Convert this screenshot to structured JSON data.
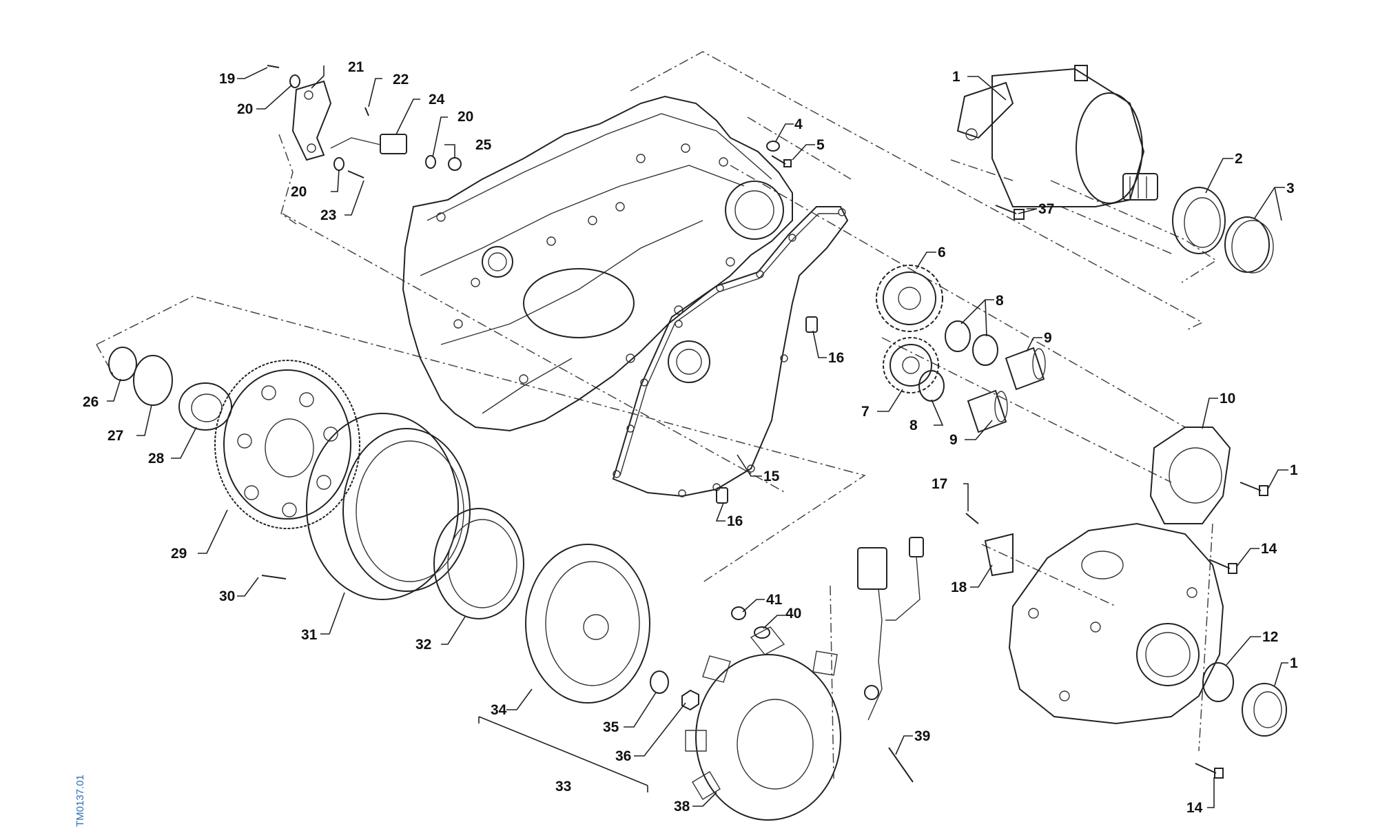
{
  "drawing_code": "TM0137.01",
  "callouts": [
    {
      "id": "c1",
      "text": "1"
    },
    {
      "id": "c2",
      "text": "2"
    },
    {
      "id": "c3",
      "text": "3"
    },
    {
      "id": "c4",
      "text": "4"
    },
    {
      "id": "c5",
      "text": "5"
    },
    {
      "id": "c6",
      "text": "6"
    },
    {
      "id": "c7",
      "text": "7"
    },
    {
      "id": "c8a",
      "text": "8"
    },
    {
      "id": "c8b",
      "text": "8"
    },
    {
      "id": "c9a",
      "text": "9"
    },
    {
      "id": "c9b",
      "text": "9"
    },
    {
      "id": "c10",
      "text": "10"
    },
    {
      "id": "c1b",
      "text": "1"
    },
    {
      "id": "c12",
      "text": "12"
    },
    {
      "id": "c1c",
      "text": "1"
    },
    {
      "id": "c14a",
      "text": "14"
    },
    {
      "id": "c14b",
      "text": "14"
    },
    {
      "id": "c15",
      "text": "15"
    },
    {
      "id": "c16a",
      "text": "16"
    },
    {
      "id": "c16b",
      "text": "16"
    },
    {
      "id": "c17",
      "text": "17"
    },
    {
      "id": "c18",
      "text": "18"
    },
    {
      "id": "c19",
      "text": "19"
    },
    {
      "id": "c20a",
      "text": "20"
    },
    {
      "id": "c20b",
      "text": "20"
    },
    {
      "id": "c20c",
      "text": "20"
    },
    {
      "id": "c21",
      "text": "21"
    },
    {
      "id": "c22",
      "text": "22"
    },
    {
      "id": "c23",
      "text": "23"
    },
    {
      "id": "c24",
      "text": "24"
    },
    {
      "id": "c25",
      "text": "25"
    },
    {
      "id": "c26",
      "text": "26"
    },
    {
      "id": "c27",
      "text": "27"
    },
    {
      "id": "c28",
      "text": "28"
    },
    {
      "id": "c29",
      "text": "29"
    },
    {
      "id": "c30",
      "text": "30"
    },
    {
      "id": "c31",
      "text": "31"
    },
    {
      "id": "c32",
      "text": "32"
    },
    {
      "id": "c33",
      "text": "33"
    },
    {
      "id": "c34",
      "text": "34"
    },
    {
      "id": "c35",
      "text": "35"
    },
    {
      "id": "c36",
      "text": "36"
    },
    {
      "id": "c37",
      "text": "37"
    },
    {
      "id": "c38",
      "text": "38"
    },
    {
      "id": "c39",
      "text": "39"
    },
    {
      "id": "c40",
      "text": "40"
    },
    {
      "id": "c41",
      "text": "41"
    }
  ],
  "colors": {
    "line": "#222222",
    "code": "#2a6fb5",
    "background": "#ffffff"
  }
}
